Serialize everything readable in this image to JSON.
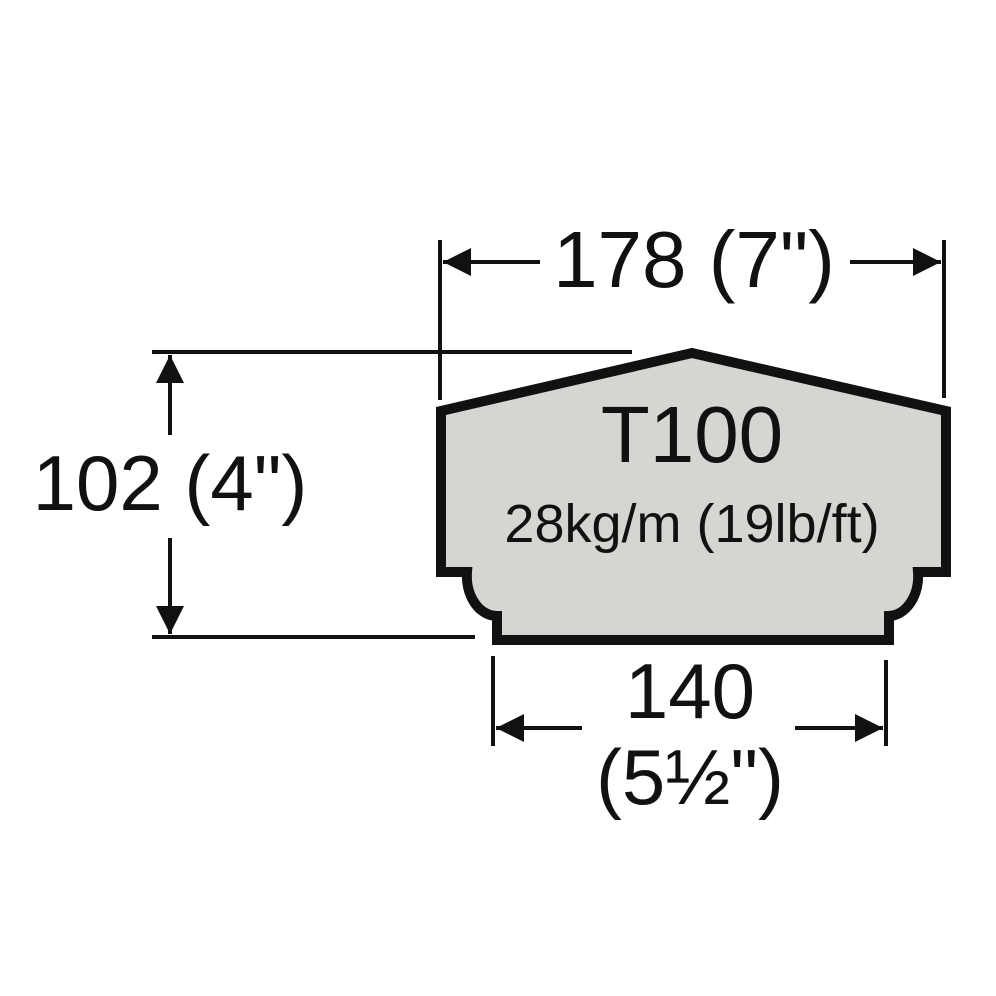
{
  "profile": {
    "model": "T100",
    "weight": "28kg/m (19lb/ft)",
    "fill_color": "#d5d5d1",
    "stroke_color": "#111111"
  },
  "dimensions": {
    "width_top": "178 (7\")",
    "height": "102 (4\")",
    "width_bottom_mm": "140",
    "width_bottom_in": "(5½\")"
  }
}
